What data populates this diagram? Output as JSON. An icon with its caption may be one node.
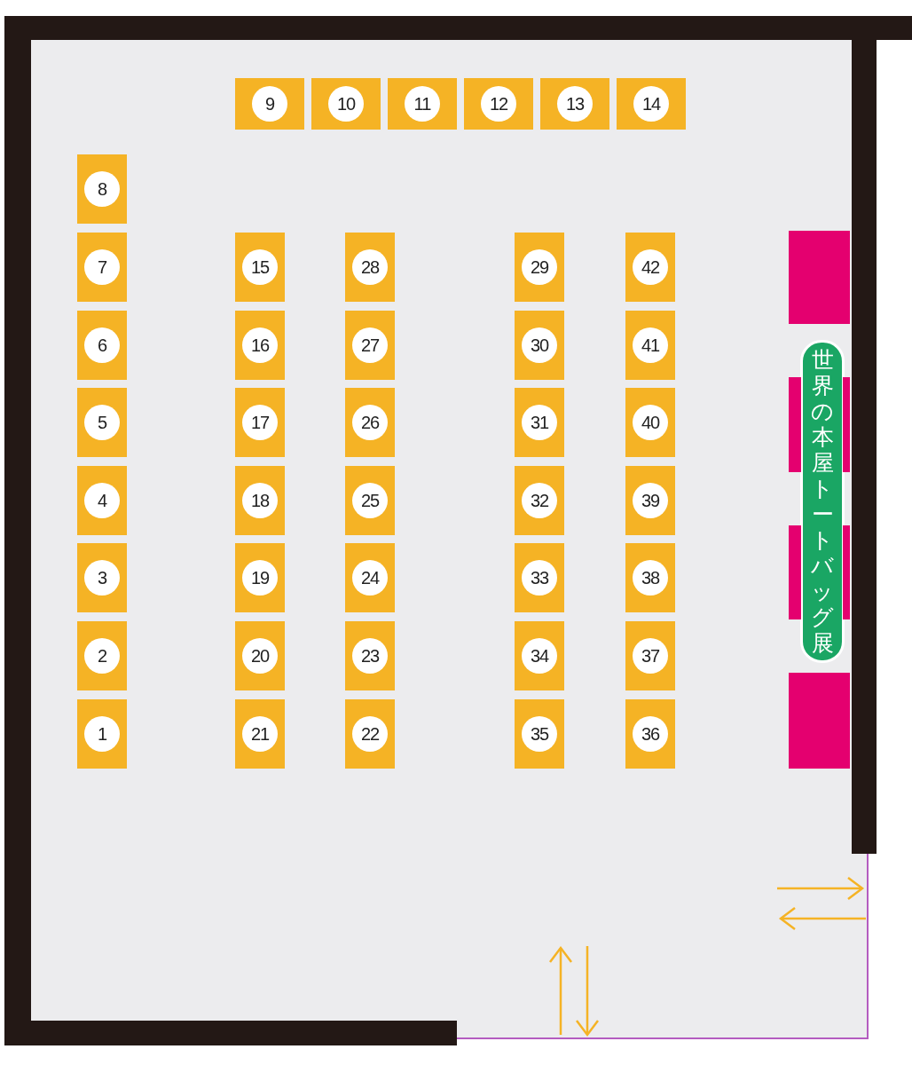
{
  "diagram": {
    "nodes": [
      {
        "text": [
          "1"
        ]
      },
      {
        "text": [
          "2"
        ]
      },
      {
        "text": [
          "3"
        ]
      },
      {
        "text": [
          "4"
        ]
      },
      {
        "text": [
          "5"
        ]
      },
      {
        "text": [
          "6"
        ]
      },
      {
        "text": [
          "7"
        ]
      },
      {
        "text": [
          "8"
        ]
      },
      {
        "text": [
          "9"
        ]
      },
      {
        "text": [
          "10"
        ]
      },
      {
        "text": [
          "11"
        ]
      },
      {
        "text": [
          "12"
        ]
      },
      {
        "text": [
          "13"
        ]
      },
      {
        "text": [
          "14"
        ]
      },
      {
        "text": [
          "15"
        ]
      },
      {
        "text": [
          "16"
        ]
      },
      {
        "text": [
          "17"
        ]
      },
      {
        "text": [
          "18"
        ]
      },
      {
        "text": [
          "19"
        ]
      },
      {
        "text": [
          "20"
        ]
      },
      {
        "text": [
          "21"
        ]
      },
      {
        "text": [
          "22"
        ]
      },
      {
        "text": [
          "23"
        ]
      },
      {
        "text": [
          "24"
        ]
      },
      {
        "text": [
          "25"
        ]
      },
      {
        "text": [
          "26"
        ]
      },
      {
        "text": [
          "27"
        ]
      },
      {
        "text": [
          "28"
        ]
      },
      {
        "text": [
          "29"
        ]
      },
      {
        "text": [
          "30"
        ]
      },
      {
        "text": [
          "31"
        ]
      },
      {
        "text": [
          "32"
        ]
      },
      {
        "text": [
          "33"
        ]
      },
      {
        "text": [
          "34"
        ]
      },
      {
        "text": [
          "35"
        ]
      },
      {
        "text": [
          "36"
        ]
      },
      {
        "text": [
          "37"
        ]
      },
      {
        "text": [
          "38"
        ]
      },
      {
        "text": [
          "39"
        ]
      },
      {
        "text": [
          "40"
        ]
      },
      {
        "text": [
          "41"
        ]
      },
      {
        "text": [
          "42"
        ]
      },
      {
        "text": [],
        "shape": "box"
      },
      {
        "text": [
          "世界の本屋トートバッグ展"
        ]
      },
      {
        "text": [],
        "shape": "box"
      },
      {
        "text": [],
        "shape": "box"
      },
      {
        "text": [],
        "shape": "box"
      }
    ]
  }
}
